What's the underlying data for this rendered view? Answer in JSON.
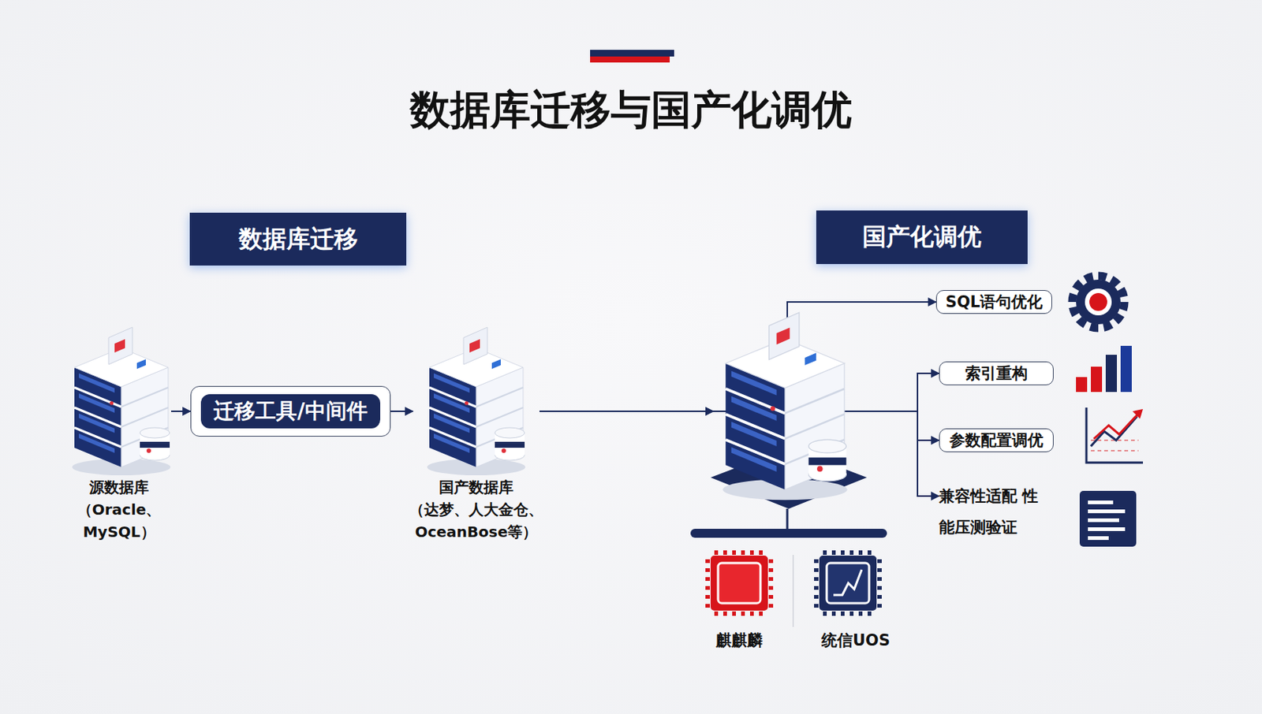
{
  "diagram": {
    "title": "数据库迁移与国产化调优",
    "nodes": [
      {
        "text": [
          "数据库迁移"
        ]
      },
      {
        "text": [
          "国产化调优"
        ]
      },
      {
        "text": [
          "源数据库",
          "（Oracle、 MySQL）"
        ]
      },
      {
        "text": [
          "迁移工具/中间件"
        ]
      },
      {
        "text": [
          "国产数据库",
          "（达梦、人大金仓、 OceanBose等）"
        ]
      },
      {
        "text": [
          "SQL语句优化"
        ]
      },
      {
        "text": [
          "索引重构"
        ]
      },
      {
        "text": [
          "参数配置调优"
        ]
      },
      {
        "text": [
          "兼容性适配 性能压测验证"
        ]
      },
      {
        "text": [
          "麒麒麟"
        ]
      },
      {
        "text": [
          "统信UOS"
        ]
      }
    ],
    "edges": [
      {
        "from": 2,
        "to": 3,
        "arrow": "to"
      },
      {
        "from": 3,
        "to": 4,
        "arrow": "to"
      },
      {
        "from": 4,
        "to": 5,
        "arrow": "to"
      },
      {
        "from": 4,
        "to": 6,
        "arrow": "to"
      },
      {
        "from": 4,
        "to": 7,
        "arrow": "to"
      },
      {
        "from": 4,
        "to": 8,
        "arrow": "to"
      }
    ]
  }
}
